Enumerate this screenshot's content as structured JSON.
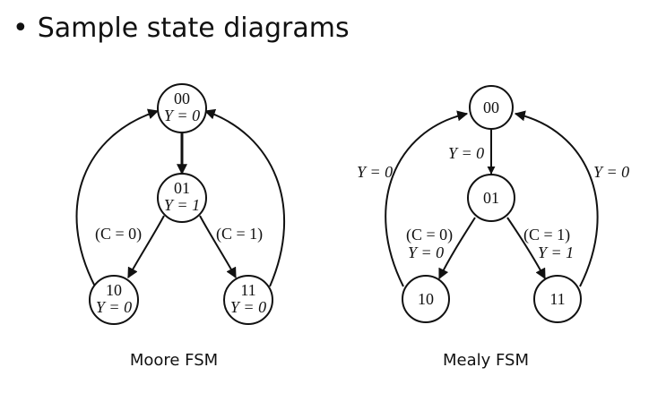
{
  "title": {
    "bullet": "•",
    "text": "Sample state diagrams"
  },
  "moore": {
    "caption": "Moore FSM",
    "states": {
      "s00": {
        "name": "00",
        "output": "Y = 0"
      },
      "s01": {
        "name": "01",
        "output": "Y = 1"
      },
      "s10": {
        "name": "10",
        "output": "Y = 0"
      },
      "s11": {
        "name": "11",
        "output": "Y = 0"
      }
    },
    "edges": {
      "s01_s10": "(C = 0)",
      "s01_s11": "(C = 1)"
    }
  },
  "mealy": {
    "caption": "Mealy FSM",
    "states": {
      "s00": {
        "name": "00"
      },
      "s01": {
        "name": "01"
      },
      "s10": {
        "name": "10"
      },
      "s11": {
        "name": "11"
      }
    },
    "edges": {
      "s00_s01": "Y = 0",
      "s10_s00": "Y = 0",
      "s11_s00": "Y = 0",
      "s01_s10_cond": "(C = 0)",
      "s01_s10_out": "Y = 0",
      "s01_s11_cond": "(C = 1)",
      "s01_s11_out": "Y = 1"
    }
  }
}
